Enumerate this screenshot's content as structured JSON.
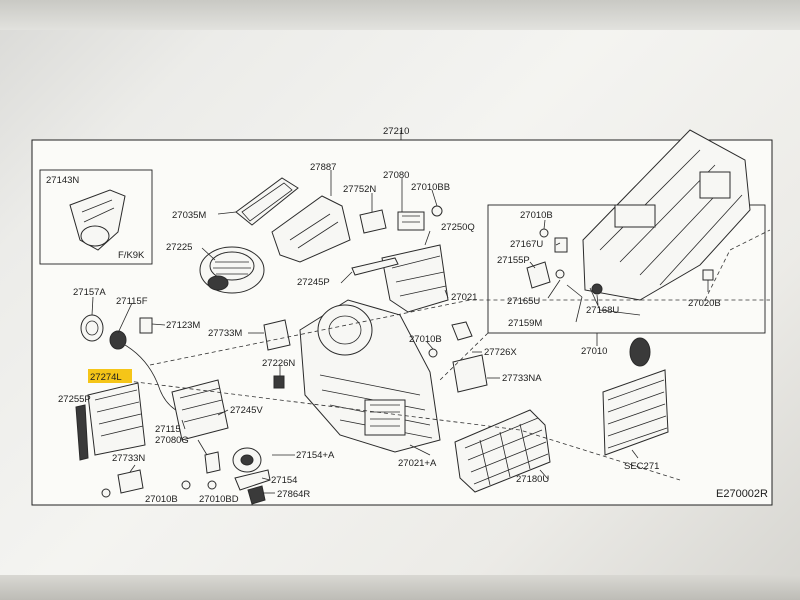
{
  "diagram_code": "E270002R",
  "highlight_color": "#f5c518",
  "labels": {
    "p27210": "27210",
    "p27143N": "27143N",
    "fk9k": "F/K9K",
    "p27887": "27887",
    "p27080": "27080",
    "p27752N": "27752N",
    "p27010BB": "27010BB",
    "p27035M": "27035M",
    "p27250Q": "27250Q",
    "p27225": "27225",
    "p27245P": "27245P",
    "p27021": "27021",
    "p27010B_top": "27010B",
    "p27167U": "27167U",
    "p27155P": "27155P",
    "p27165U": "27165U",
    "p27168U": "27168U",
    "p27020B": "27020B",
    "p27159M": "27159M",
    "p27010": "27010",
    "p27157A": "27157A",
    "p27115F": "27115F",
    "p27123M": "27123M",
    "p27733M": "27733M",
    "p27010B_mid": "27010B",
    "p27726X": "27726X",
    "p27226N": "27226N",
    "p27274L": "27274L",
    "p27733NA": "27733NA",
    "p27255P": "27255P",
    "p27245V": "27245V",
    "p27115": "27115",
    "p27080G": "27080G",
    "p27154A": "27154+A",
    "p27021A": "27021+A",
    "p27733N": "27733N",
    "p27154": "27154",
    "p27180U": "27180U",
    "sec271": "SEC271",
    "p27010B_bot": "27010B",
    "p27010BD": "27010BD",
    "p27864R": "27864R"
  }
}
